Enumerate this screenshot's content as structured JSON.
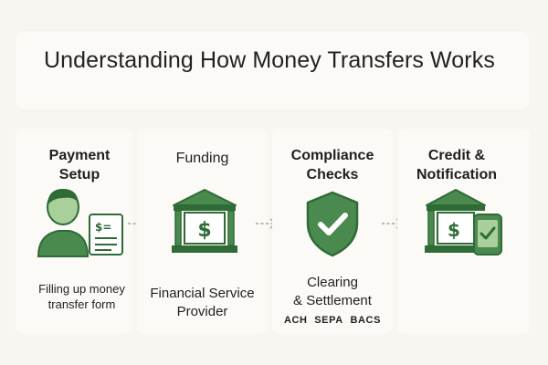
{
  "title": "Understanding How Money Transfers Works",
  "steps": [
    {
      "title_line1": "Payment",
      "title_line2": "Setup",
      "desc_line1": "Filling up money",
      "desc_line2": "transfer form",
      "icon": "person-with-form-icon"
    },
    {
      "title": "Funding",
      "desc_line1": "Financial Service",
      "desc_line2": "Provider",
      "icon": "bank-icon"
    },
    {
      "title_line1": "Compliance",
      "title_line2": "Checks",
      "desc_line1": "Clearing",
      "desc_line2": "& Settlement",
      "tags": [
        "ACH",
        "SEPA",
        "BACS"
      ],
      "icon": "shield-check-icon"
    },
    {
      "title_line1": "Credit &",
      "title_line2": "Notification",
      "icon": "bank-with-phone-icon"
    }
  ],
  "icon_glyphs": {
    "dollar": "$",
    "form_dollar": "$="
  },
  "colors": {
    "green_dark": "#2f6b36",
    "green_mid": "#4a8a4f",
    "green_light": "#a9cf9b",
    "background": "#f7f6f0",
    "card": "#fbfaf6"
  }
}
